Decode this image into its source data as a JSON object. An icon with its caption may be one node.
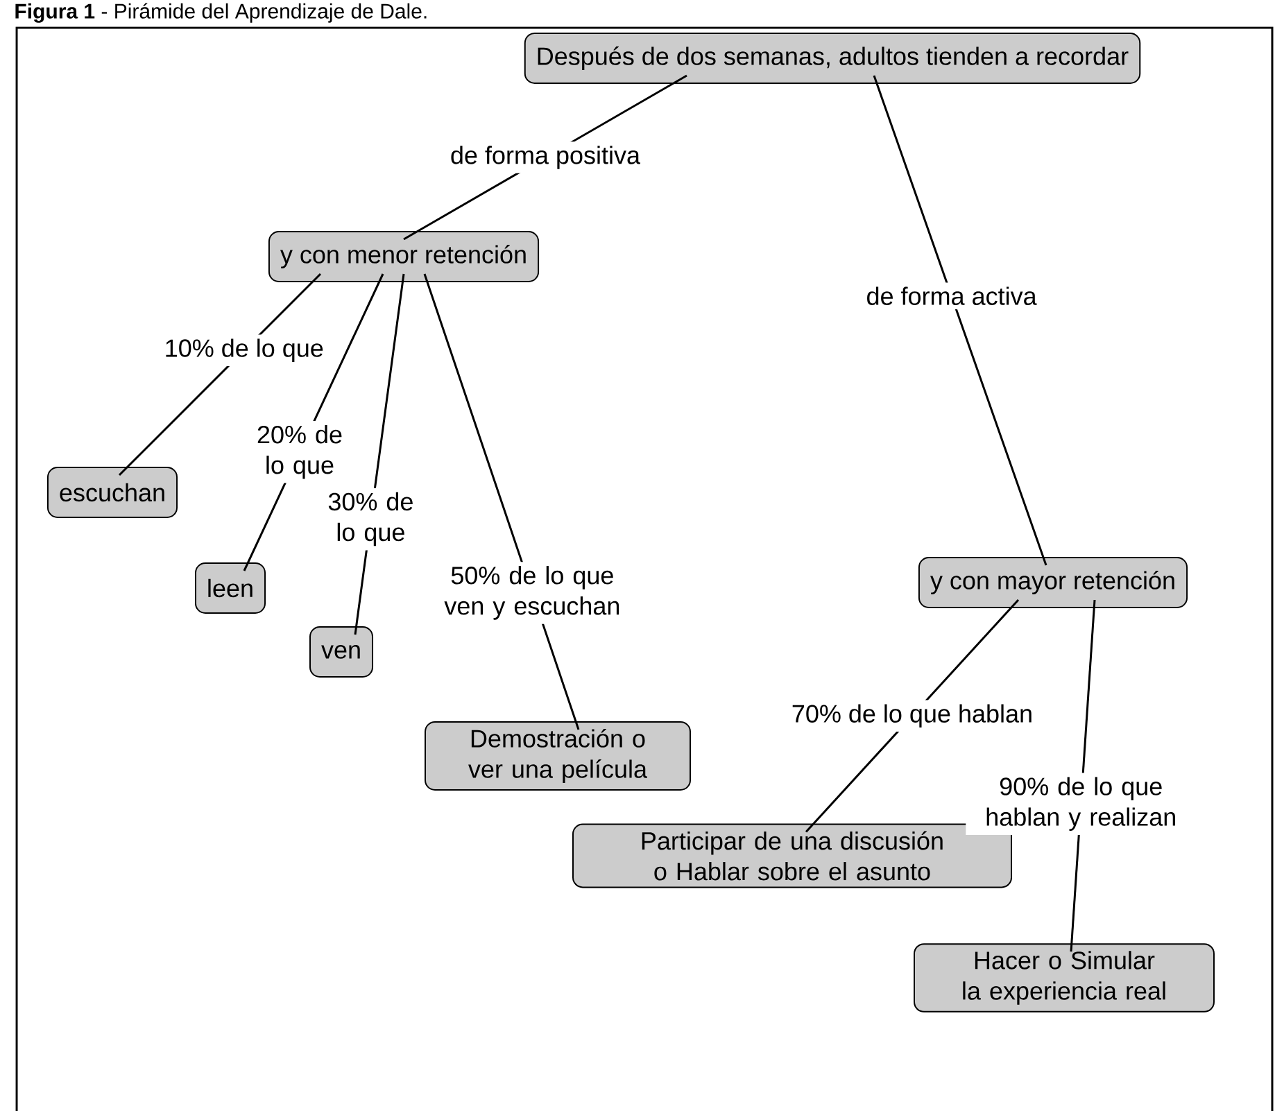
{
  "diagram": {
    "title": "**Figura 1** - Pirámide del Aprendizaje de Dale.",
    "nodes": [
      {
        "text": [
          "Después de dos semanas, adultos tienden a recordar"
        ]
      },
      {
        "text": [
          "y con menor retención"
        ]
      },
      {
        "text": [
          "escuchan"
        ]
      },
      {
        "text": [
          "leen"
        ]
      },
      {
        "text": [
          "y con mayor retención"
        ]
      },
      {
        "text": [
          "ven"
        ]
      },
      {
        "text": [
          "Demostración o ver una película"
        ]
      },
      {
        "text": [
          "Participar de una discusión o Hablar sobre el asunto"
        ]
      },
      {
        "text": [
          "Hacer o Simular la experiencia real"
        ]
      }
    ],
    "edges": [
      {
        "from": 0,
        "to": 1,
        "arrow": "none",
        "label": "de forma positiva"
      },
      {
        "from": 0,
        "to": 4,
        "arrow": "none",
        "label": "de forma activa"
      },
      {
        "from": 1,
        "to": 2,
        "arrow": "none",
        "label": "10% de lo que"
      },
      {
        "from": 1,
        "to": 3,
        "arrow": "none",
        "label": "20% de lo que"
      },
      {
        "from": 1,
        "to": 5,
        "arrow": "none",
        "label": "30% de lo que"
      },
      {
        "from": 1,
        "to": 6,
        "arrow": "none",
        "label": "50% de lo que ven y escuchan"
      },
      {
        "from": 4,
        "to": 7,
        "arrow": "none",
        "label": "70% de lo que hablan"
      },
      {
        "from": 4,
        "to": 8,
        "arrow": "none",
        "label": "90% de lo que hablan y realizan"
      }
    ]
  }
}
